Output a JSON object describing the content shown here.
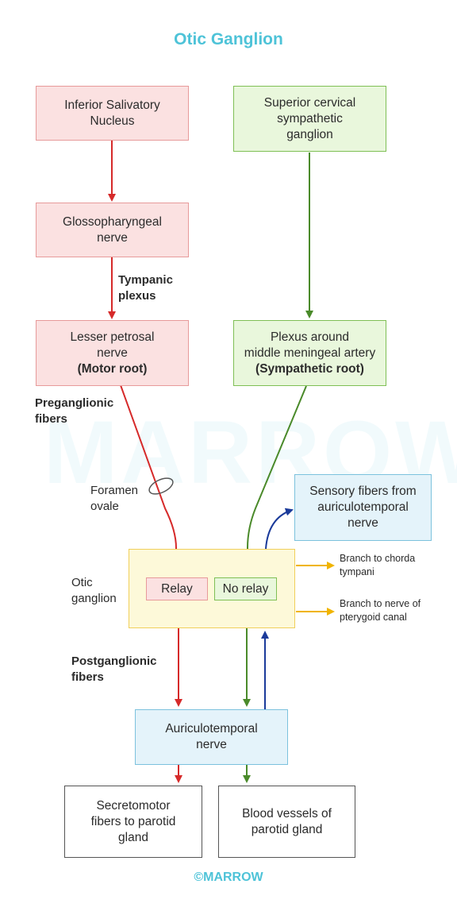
{
  "title": "Otic Ganglion",
  "watermark": "MARROW",
  "boxes": {
    "inferior_salivatory": [
      "Inferior Salivatory",
      "Nucleus"
    ],
    "superior_cervical": [
      "Superior cervical",
      "sympathetic",
      "ganglion"
    ],
    "glossopharyngeal": [
      "Glossopharyngeal",
      "nerve"
    ],
    "lesser_petrosal": [
      "Lesser petrosal",
      "nerve",
      "(Motor root)"
    ],
    "plexus_mma": [
      "Plexus around",
      "middle meningeal artery",
      "(Sympathetic root)"
    ],
    "sensory_fibers": [
      "Sensory fibers from",
      "auriculotemporal",
      "nerve"
    ],
    "relay": "Relay",
    "no_relay": "No relay",
    "auriculotemporal": [
      "Auriculotemporal",
      "nerve"
    ],
    "secretomotor": [
      "Secretomotor",
      "fibers to parotid",
      "gland"
    ],
    "blood_vessels": [
      "Blood vessels of",
      "parotid gland"
    ]
  },
  "labels": {
    "tympanic_plexus": [
      "Tympanic",
      "plexus"
    ],
    "preganglionic": [
      "Preganglionic",
      "fibers"
    ],
    "foramen_ovale": [
      "Foramen",
      "ovale"
    ],
    "otic_ganglion": [
      "Otic",
      "ganglion"
    ],
    "postganglionic": [
      "Postganglionic",
      "fibers"
    ],
    "branch_chorda": [
      "Branch to chorda",
      "tympani"
    ],
    "branch_pterygoid": [
      "Branch to nerve of",
      "pterygoid canal"
    ]
  },
  "footer": "©MARROW",
  "colors": {
    "parasympathetic": "#d62a2a",
    "sympathetic": "#4a8a2a",
    "sensory": "#1a3a9a",
    "branch": "#f0b400",
    "title": "#4ec3d8"
  }
}
